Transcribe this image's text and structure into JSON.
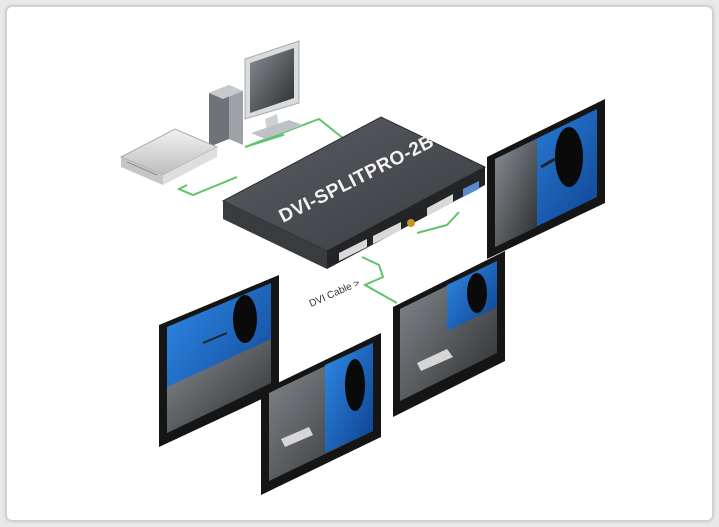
{
  "device": {
    "label": "DVI-SPLITPRO-2B"
  },
  "cable": {
    "label": "DVI Cable >"
  },
  "icons": {
    "computer": "pc-tower-monitor-icon",
    "player": "media-player-icon",
    "splitter": "dvi-splitter-box",
    "displays": "flat-panel-display-icon"
  },
  "colors": {
    "cable": "#5fc36a",
    "device_top": "#4a4c50",
    "device_front": "#2b2c2e",
    "screen_blue": "#1e6fd0",
    "bezel": "#151515"
  }
}
